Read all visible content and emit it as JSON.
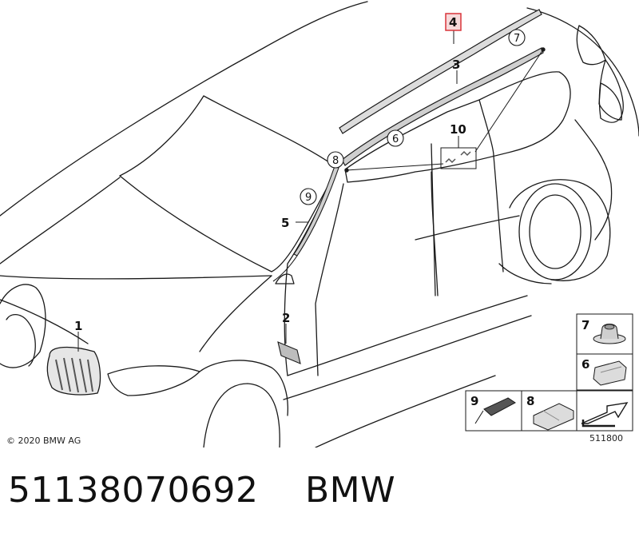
{
  "callouts": {
    "c1": "1",
    "c2": "2",
    "c3": "3",
    "c4": "4",
    "c5": "5",
    "c6": "6",
    "c7": "7",
    "c8": "8",
    "c9": "9",
    "c10": "10"
  },
  "inset_labels": {
    "i7": "7",
    "i6": "6",
    "i9": "9",
    "i8": "8"
  },
  "copyright": "© 2020 BMW AG",
  "drawing_number": "511800",
  "caption": {
    "part_number": "51138070692",
    "brand": "BMW"
  },
  "colors": {
    "line": "#1a1a1a",
    "highlight": "#d9343a",
    "rail_fill": "#d8d8d8"
  }
}
